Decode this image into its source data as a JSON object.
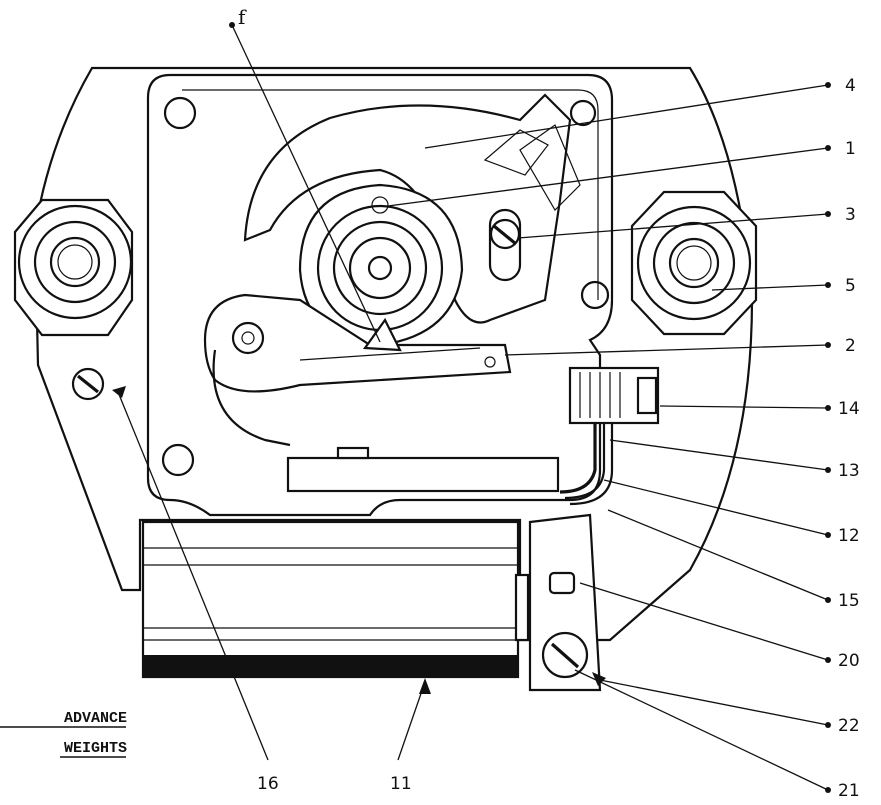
{
  "diagram": {
    "callouts": [
      "f",
      "4",
      "1",
      "3",
      "5",
      "2",
      "14",
      "13",
      "12",
      "15",
      "20",
      "22",
      "21",
      "16",
      "11"
    ],
    "caption": {
      "line1": "ADVANCE",
      "line2": "WEIGHTS"
    }
  }
}
